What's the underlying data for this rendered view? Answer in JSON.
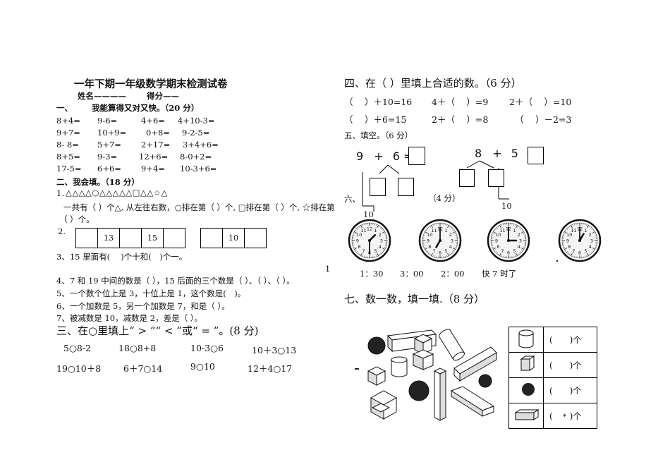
{
  "left": {
    "title": "一年下期一年级数学期末检测试卷",
    "name_label": "姓名",
    "name_blank": "————",
    "score_label": "得分",
    "score_blank": "——",
    "s1": {
      "num": "一、",
      "title": "我能算得又对又快。（20 分）",
      "rows": [
        [
          "8+4=",
          "9-6=",
          "4+6=",
          "4+10-3="
        ],
        [
          "9+7=",
          "10+9=",
          "0+8=",
          "9-2-5="
        ],
        [
          "8- 8=",
          "5+7=",
          "2+17=",
          "3+4+6="
        ],
        [
          "8+5=",
          "9-3=",
          "12+6=",
          "8-0+2="
        ],
        [
          "17-5=",
          "6+6=",
          "9+4=",
          "10-3+6="
        ]
      ]
    },
    "s2": {
      "title": "二、我会填。（18 分）",
      "q1_num": "1.",
      "q1_shapes": "△△△△○△△△△△□△△☆△",
      "q1_line1": "一共有（ ）个△, 从左往右数，○排在第（ ）个, □排在第（ ）个, ☆排在第",
      "q1_line2": "（ ）个。",
      "q2_num": "2.",
      "q2_boxes_a": [
        "",
        "13",
        "",
        "15",
        ""
      ],
      "q2_boxes_b": [
        "",
        "10",
        ""
      ],
      "q3": "3、15 里面有(　 )个十和(　)个一。",
      "q4": "4、7 和 19 中间的数是（ ），15 后面的三个数是（ ）、（ ）、（ ）。",
      "q5": "5、一个数个位上是 3，十位上是 1，这个数是(　)。",
      "q6": "6、一个加数是 5，另一个加数是 7，和是（ ）。",
      "q7": "7、被减数是 10，减数是 2，差是（ ）。"
    },
    "s3": {
      "title": "三、在○里填上“ > ”“ < ”或“ = ”。(8 分)",
      "rows": [
        [
          "5○8-2",
          "18○8+8",
          "10-3○6",
          "10＋3○13"
        ],
        [
          "19○10＋8",
          "6＋7○14",
          "9○10",
          "12＋4○17"
        ]
      ]
    },
    "page_number": "1"
  },
  "right": {
    "s4": {
      "title": "四、在（ ）里填上合适的数。（6 分）",
      "rows": [
        [
          "（　 ）＋10=16",
          "4＋（　 ）=9",
          "2＋（　 ）=10"
        ],
        [
          "（　 ）＋6=15",
          "2＋（　 ）=8",
          "（　 ）－2=3"
        ]
      ]
    },
    "s5": {
      "title": "五、填空。（6 分）",
      "eq1": [
        "9",
        "+",
        "6",
        "="
      ],
      "eq2": [
        "8",
        "+",
        "5",
        "="
      ],
      "ten1": "10",
      "ten2": "10"
    },
    "s6": {
      "num": "六、",
      "score": "（4 分）",
      "clock_labels": [
        "1：30",
        "3：00",
        "2：00",
        "快 7 时了"
      ],
      "clock_times": [
        {
          "hour": 1.5,
          "minute": 30
        },
        {
          "hour": 7,
          "minute": 0
        },
        {
          "hour": 3,
          "minute": 0
        },
        {
          "hour": 1,
          "minute": 0
        }
      ]
    },
    "s7": {
      "title": "七、数一数，填一填.（8 分）",
      "rows": [
        {
          "shape": "cylinder",
          "answer": "(　　)个"
        },
        {
          "shape": "cube",
          "answer": "(　　)个"
        },
        {
          "shape": "sphere",
          "answer": "(　　)个"
        },
        {
          "shape": "cuboid",
          "answer": "(　　)个"
        }
      ]
    }
  }
}
